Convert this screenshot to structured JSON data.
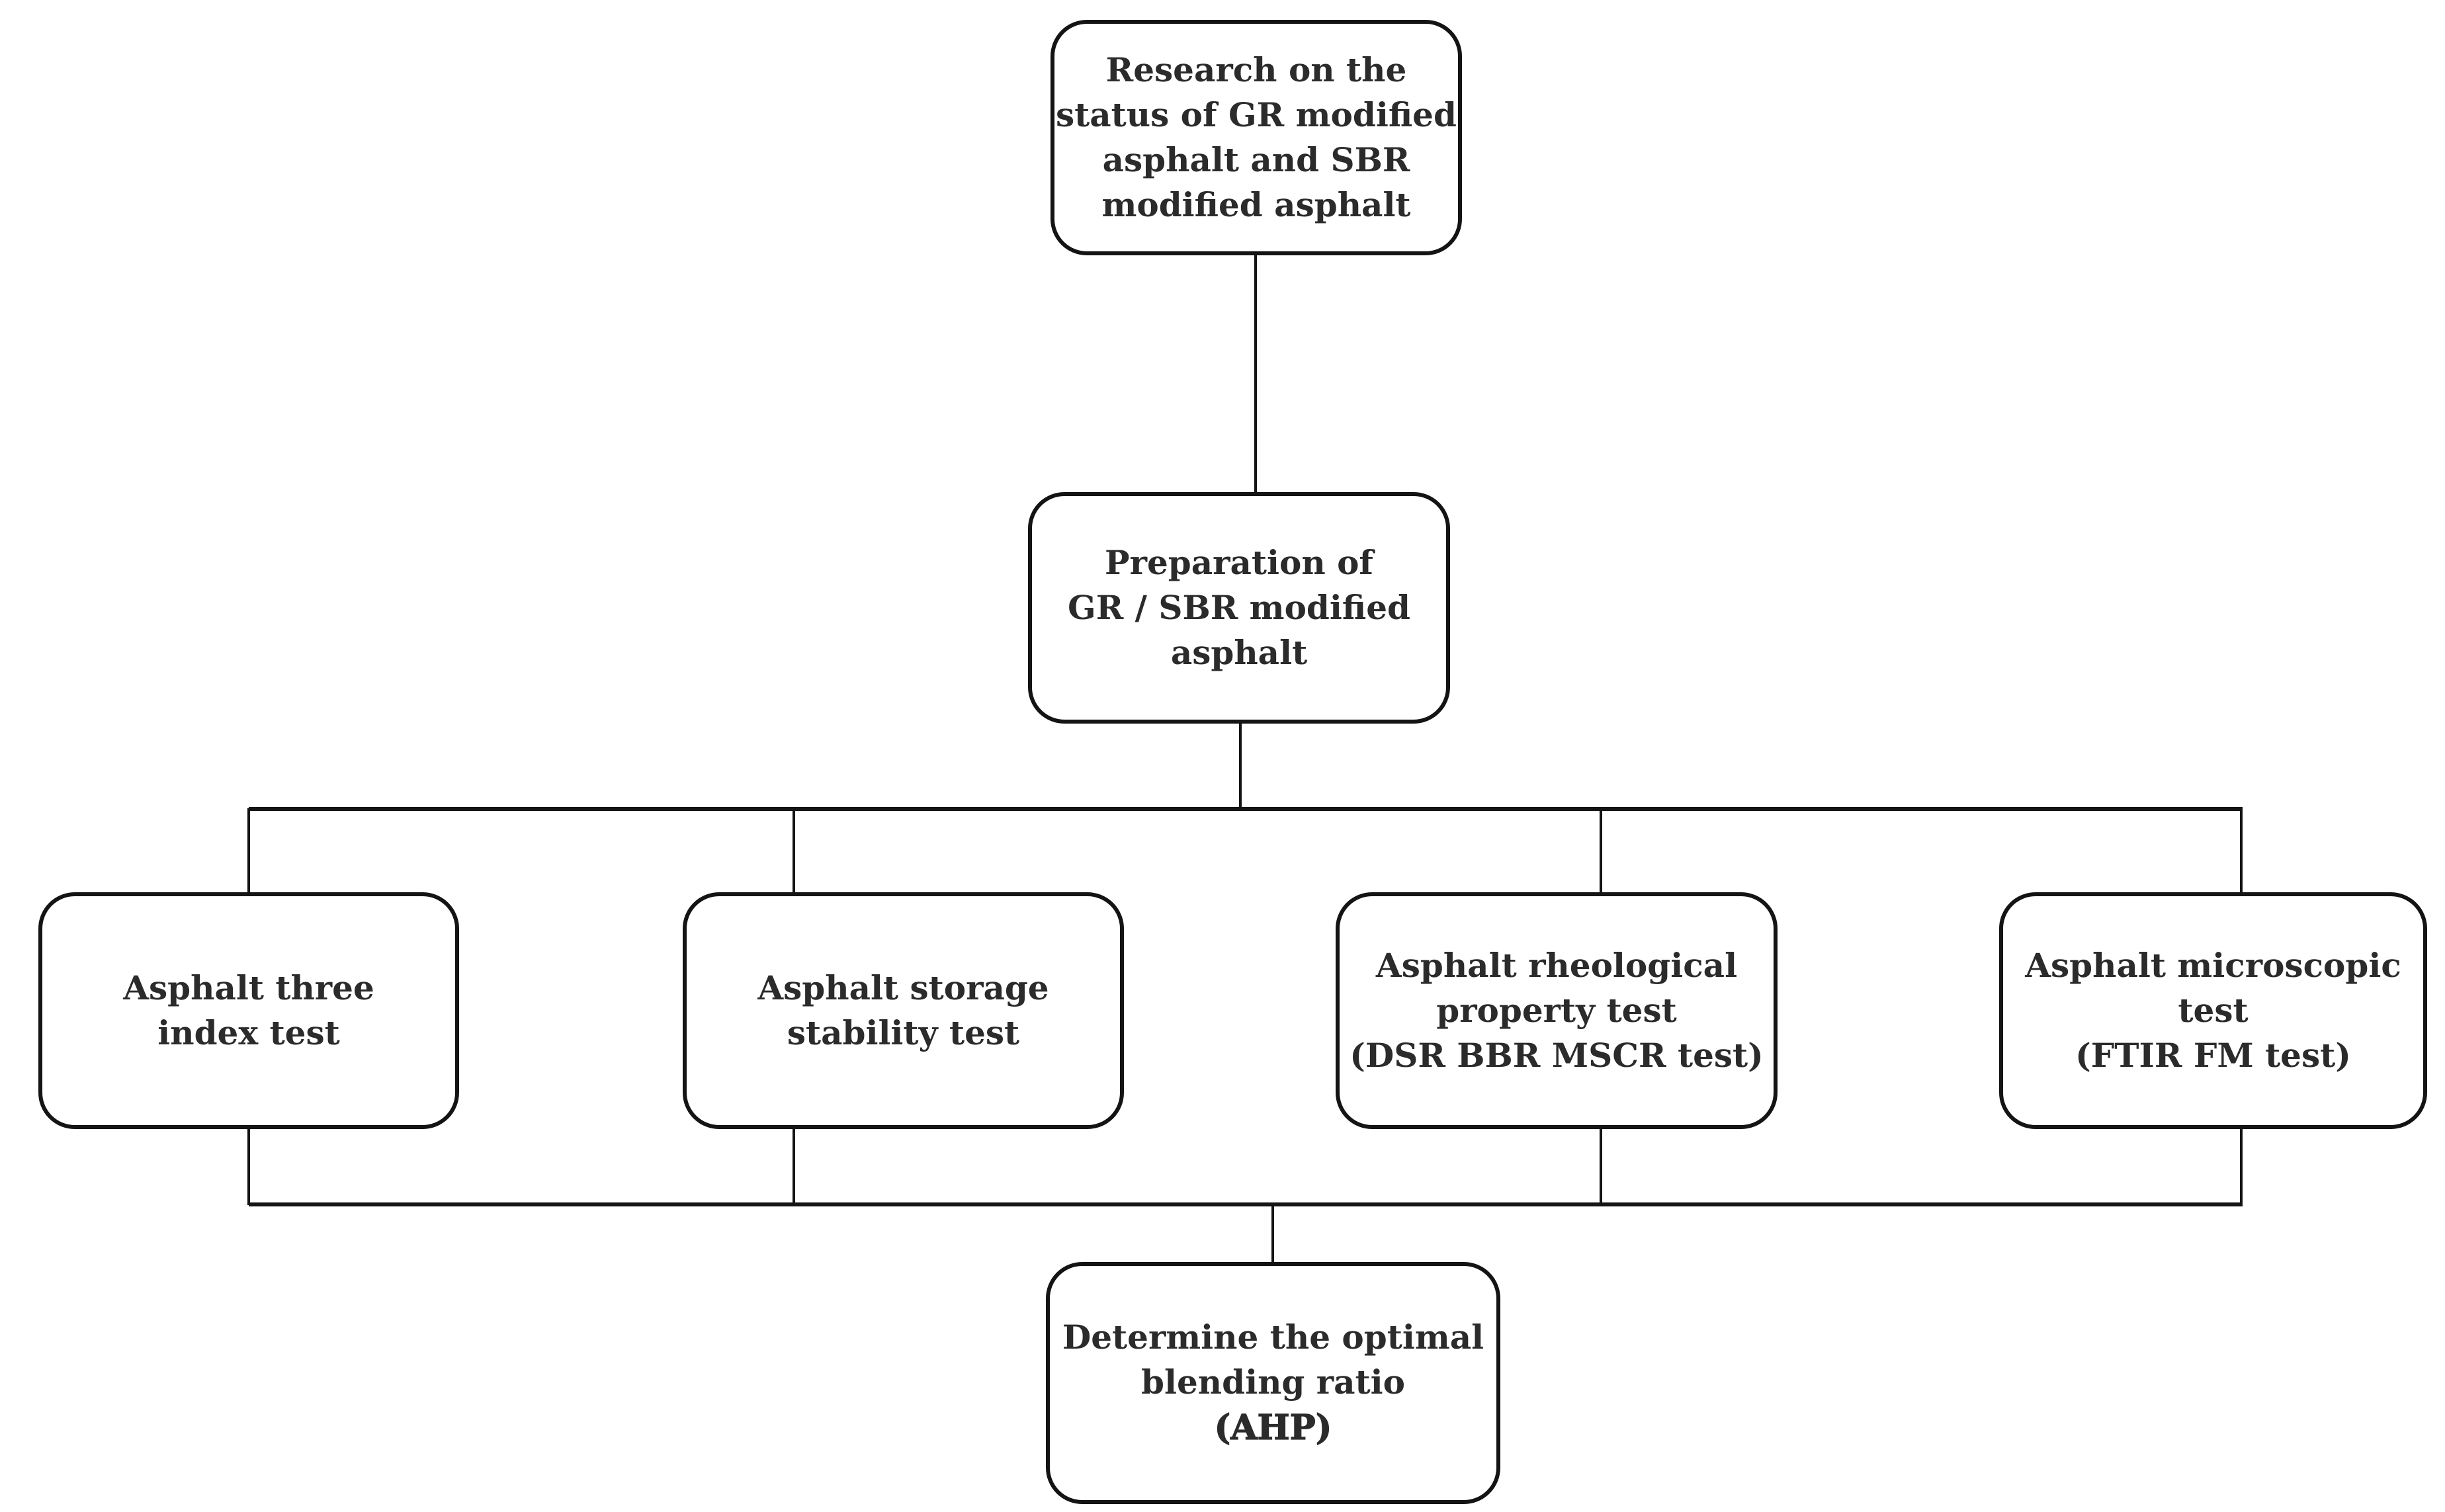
{
  "figure": {
    "type": "flowchart",
    "background_color": "#ffffff",
    "line_color": "#141414",
    "text_color": "#2b2b2b"
  },
  "nodes": {
    "research": {
      "label": "Research on the\nstatus of GR modified\nasphalt and SBR\nmodified asphalt"
    },
    "preparation": {
      "label": "Preparation of\nGR / SBR modified\nasphalt"
    },
    "three_index": {
      "label": "Asphalt three\nindex test"
    },
    "storage": {
      "label": "Asphalt storage\nstability test"
    },
    "rheological": {
      "label": "Asphalt rheological\nproperty test\n(DSR BBR MSCR test)"
    },
    "microscopic": {
      "label": "Asphalt microscopic\ntest\n(FTIR FM test)"
    },
    "optimal": {
      "label": "Determine the optimal\nblending ratio",
      "sublabel": "(AHP)"
    }
  }
}
